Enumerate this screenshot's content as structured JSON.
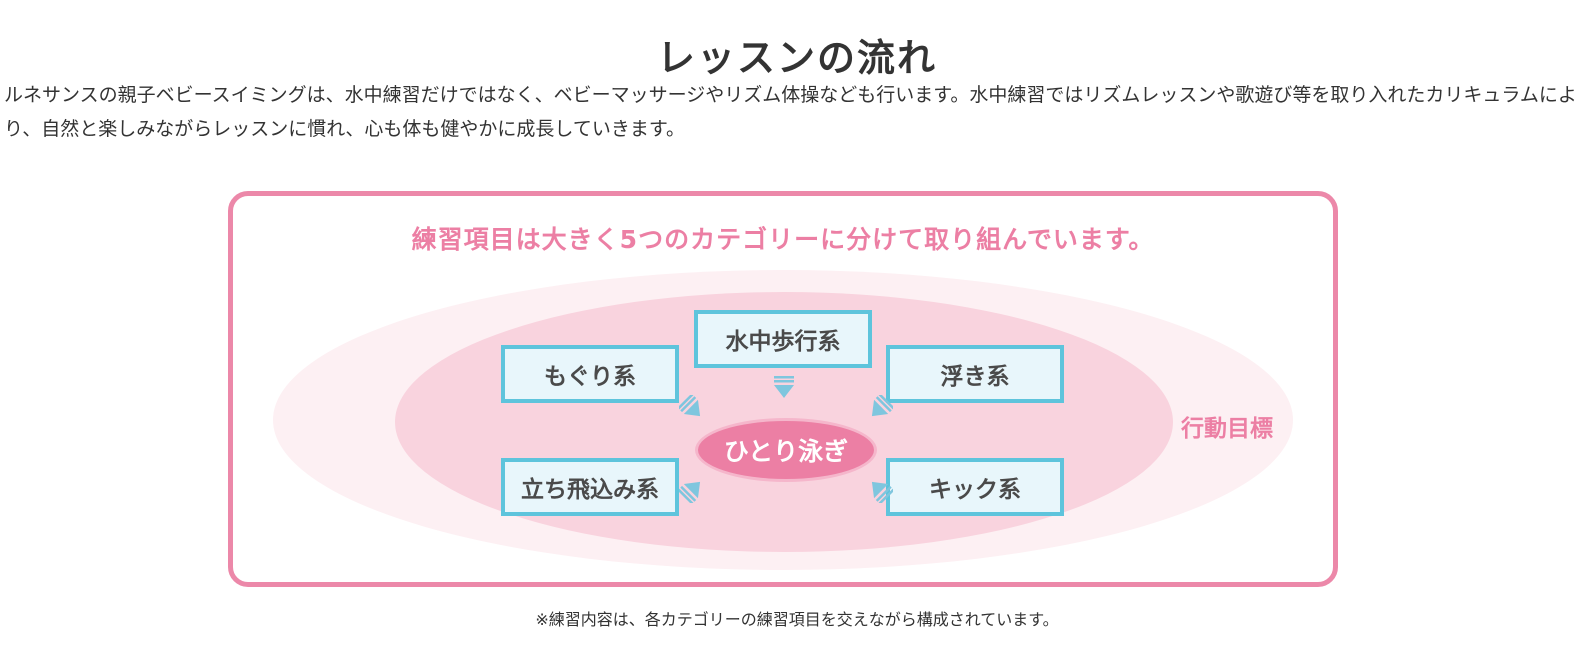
{
  "page": {
    "title": "レッスンの流れ",
    "intro": "ルネサンスの親子ベビースイミングは、水中練習だけではなく、ベビーマッサージやリズム体操なども行います。水中練習ではリズムレッスンや歌遊び等を取り入れたカリキュラムにより、自然と楽しみながらレッスンに慣れ、心も体も健やかに成長していきます。",
    "footnote": "※練習内容は、各カテゴリーの練習項目を交えながら構成されています。"
  },
  "diagram": {
    "heading": "練習項目は大きく5つのカテゴリーに分けて取り組んでいます。",
    "center": "ひとり泳ぎ",
    "goal_label": "行動目標",
    "categories": {
      "top": "水中歩行系",
      "upper_left": "もぐり系",
      "upper_right": "浮き系",
      "lower_left": "立ち飛込み系",
      "lower_right": "キック系"
    },
    "colors": {
      "frame": "#ec88a9",
      "accent_pink": "#ec7fa4",
      "box_border": "#5ec4dc",
      "box_fill": "#e8f6fb",
      "arrow": "#7fc6de"
    }
  }
}
